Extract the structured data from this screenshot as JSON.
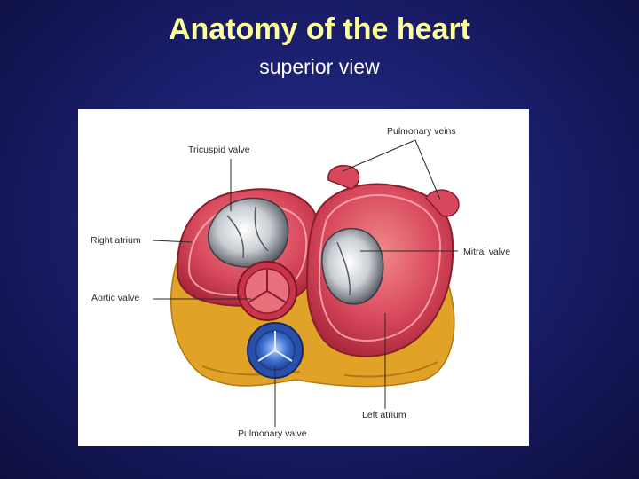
{
  "slide": {
    "title": "Anatomy of the heart",
    "subtitle": "superior view"
  },
  "diagram": {
    "labels": {
      "pulmonary_veins": "Pulmonary veins",
      "tricuspid_valve": "Tricuspid valve",
      "right_atrium": "Right atrium",
      "mitral_valve": "Mitral valve",
      "aortic_valve": "Aortic valve",
      "left_atrium": "Left atrium",
      "pulmonary_valve": "Pulmonary valve"
    }
  },
  "colors": {
    "background": "#1b1f6e",
    "title": "#ffff99",
    "subtitle": "#ffffff",
    "myocardium": "#d8485c",
    "fat": "#e0a227",
    "valve_leaflet": "#d9dde0",
    "pulmonary_valve": "#3c6fd0"
  }
}
